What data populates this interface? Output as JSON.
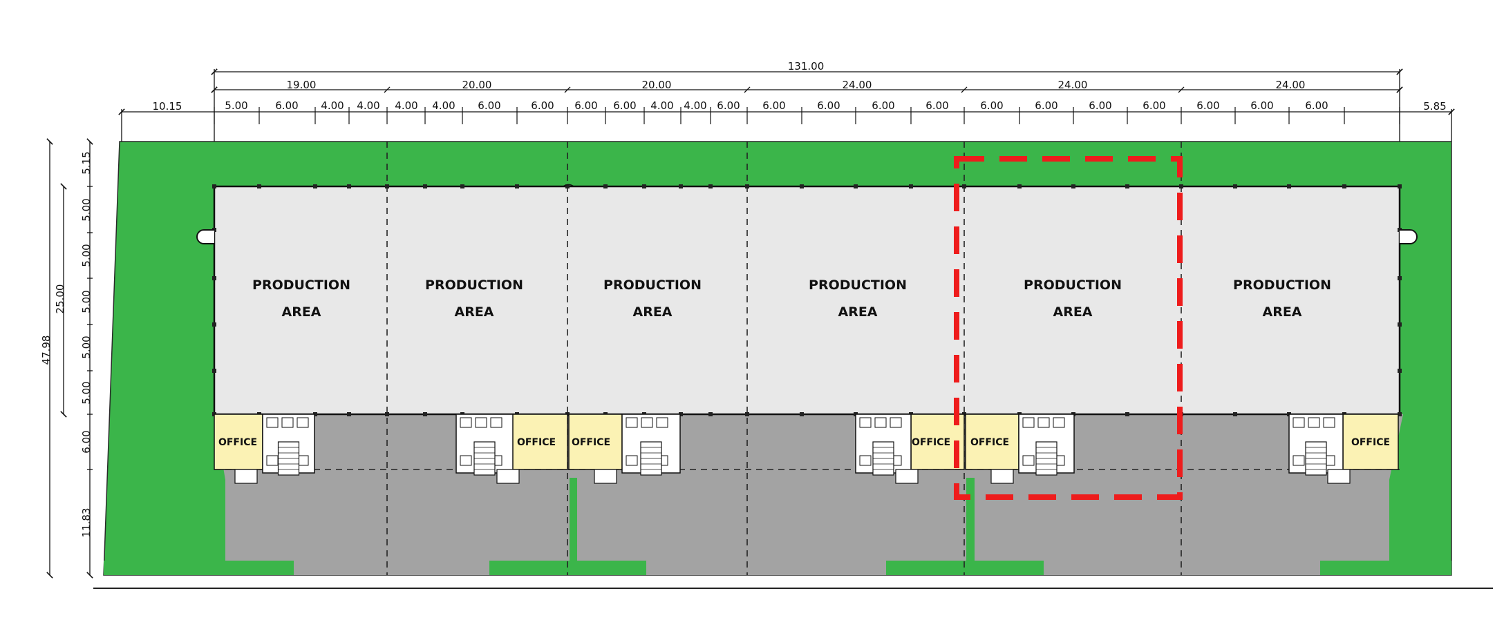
{
  "dimensions": {
    "total_width": "131.00",
    "bays": [
      "19.00",
      "20.00",
      "20.00",
      "24.00",
      "24.00",
      "24.00"
    ],
    "left_margin": "10.15",
    "right_margin": "5.85",
    "sub": [
      "5.00",
      "6.00",
      "4.00",
      "4.00",
      "4.00",
      "4.00",
      "6.00",
      "6.00",
      "6.00",
      "6.00",
      "4.00",
      "4.00",
      "6.00",
      "6.00",
      "6.00",
      "6.00",
      "6.00",
      "6.00",
      "6.00",
      "6.00",
      "6.00",
      "6.00",
      "6.00",
      "6.00"
    ],
    "total_depth": "47.98",
    "building_depth": "25.00",
    "rows": [
      "5.15",
      "5.00",
      "5.00",
      "5.00",
      "5.00",
      "5.00",
      "6.00",
      "11.83"
    ]
  },
  "units": [
    {
      "label_line1": "PRODUCTION",
      "label_line2": "AREA",
      "office": "OFFICE"
    },
    {
      "label_line1": "PRODUCTION",
      "label_line2": "AREA",
      "office": "OFFICE"
    },
    {
      "label_line1": "PRODUCTION",
      "label_line2": "AREA",
      "office": "OFFICE"
    },
    {
      "label_line1": "PRODUCTION",
      "label_line2": "AREA",
      "office": "OFFICE"
    },
    {
      "label_line1": "PRODUCTION",
      "label_line2": "AREA",
      "office": "OFFICE"
    },
    {
      "label_line1": "PRODUCTION",
      "label_line2": "AREA",
      "office": "OFFICE"
    }
  ],
  "colors": {
    "site": "#3bb54a",
    "production": "#e8e8e8",
    "yard": "#a3a3a3",
    "office": "#fbf2b4",
    "highlight": "#ee1c1c"
  }
}
